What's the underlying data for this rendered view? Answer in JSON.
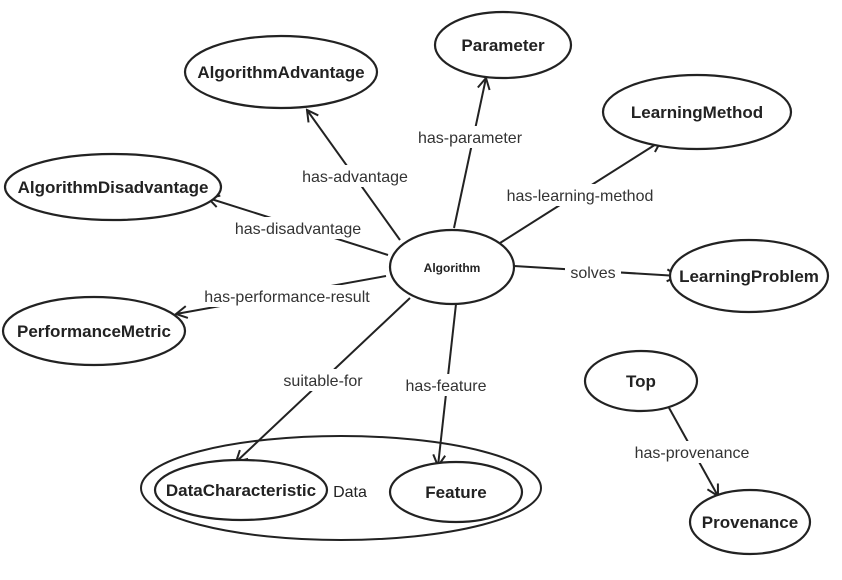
{
  "nodes": {
    "algorithm": "Algorithm",
    "parameter": "Parameter",
    "algorithm_advantage": "AlgorithmAdvantage",
    "learning_method": "LearningMethod",
    "algorithm_disadvantage": "AlgorithmDisadvantage",
    "learning_problem": "LearningProblem",
    "performance_metric": "PerformanceMetric",
    "data_characteristic": "DataCharacteristic",
    "feature": "Feature",
    "top": "Top",
    "provenance": "Provenance"
  },
  "groups": {
    "data": "Data"
  },
  "edges": {
    "has_parameter": "has-parameter",
    "has_advantage": "has-advantage",
    "has_learning_method": "has-learning-method",
    "has_disadvantage": "has-disadvantage",
    "solves": "solves",
    "has_performance_result": "has-performance-result",
    "suitable_for": "suitable-for",
    "has_feature": "has-feature",
    "has_provenance": "has-provenance"
  },
  "colors": {
    "stroke": "#222222",
    "background": "#ffffff"
  }
}
